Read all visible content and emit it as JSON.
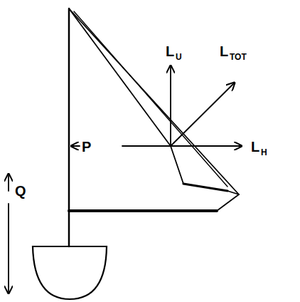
{
  "diagram": {
    "labels": [
      "L",
      "U",
      "L",
      "TOT",
      "L",
      "H",
      "P",
      "Q"
    ]
  }
}
